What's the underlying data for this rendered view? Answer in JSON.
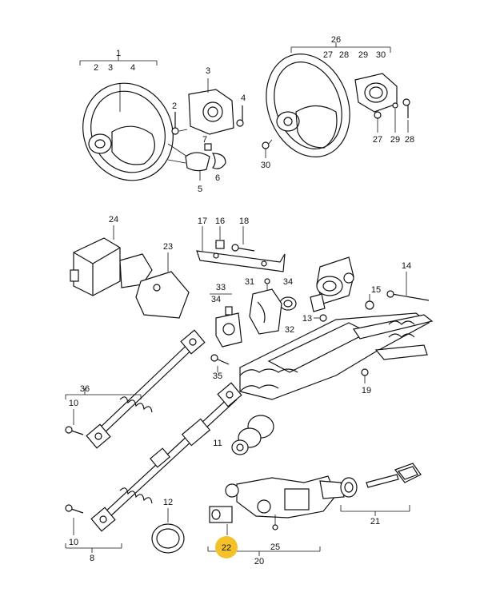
{
  "diagram": {
    "callouts": {
      "c1": "1",
      "c2a": "2",
      "c3a": "3",
      "c4a": "4",
      "c3": "3",
      "c2": "2",
      "c4": "4",
      "c7": "7",
      "c5": "5",
      "c6": "6",
      "c26": "26",
      "c27a": "27",
      "c28a": "28",
      "c29a": "29",
      "c30a": "30",
      "c30": "30",
      "c27": "27",
      "c29": "29",
      "c28": "28",
      "c24": "24",
      "c23": "23",
      "c17": "17",
      "c16": "16",
      "c18": "18",
      "c33": "33",
      "c34a": "34",
      "c31": "31",
      "c34": "34",
      "c32": "32",
      "c35": "35",
      "c15": "15",
      "c14": "14",
      "c13": "13",
      "c19": "19",
      "c36": "36",
      "c10a": "10",
      "c11": "11",
      "c12": "12",
      "c10b": "10",
      "c8": "8",
      "c22": "22",
      "c25": "25",
      "c20": "20",
      "c21": "21"
    },
    "highlight_color": "#f4c12a",
    "highlighted_callout": "22"
  }
}
